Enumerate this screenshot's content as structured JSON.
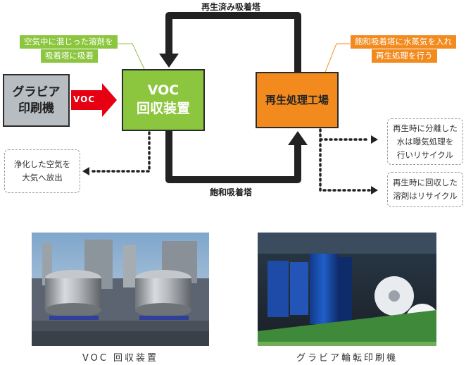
{
  "boxes": {
    "gravure": "グラビア\n印刷機",
    "voc_line1": "VOC",
    "voc_line2": "回収装置",
    "regen": "再生処理工場"
  },
  "arrow_labels": {
    "voc": "VOC",
    "top": "再生済み吸着塔",
    "bottom": "飽和吸着塔"
  },
  "callouts": {
    "left_line1": "空気中に混じった溶剤を",
    "left_line2": "吸着塔に吸着",
    "right_line1": "飽和吸着塔に水蒸気を入れ",
    "right_line2": "再生処理を行う"
  },
  "notes": {
    "purified": "浄化した空気を\n大気へ放出",
    "water": "再生時に分離した\n水は曝気処理を\n行いリサイクル",
    "solvent": "再生時に回収した\n溶剤はリサイクル"
  },
  "captions": {
    "voc_photo": "VOC 回収装置",
    "press_photo": "グラビア輪転印刷機"
  },
  "colors": {
    "green": "#8cc63f",
    "orange": "#f28a1e",
    "red": "#e60012",
    "gray": "#b8bdc2"
  }
}
